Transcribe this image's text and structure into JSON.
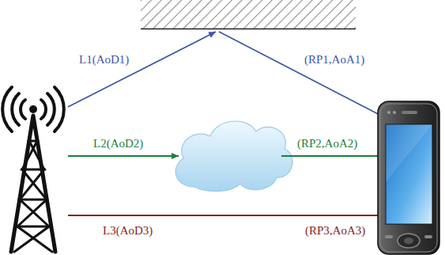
{
  "diagram": {
    "labels": [
      "L1(AoD1)",
      "(RP1,AoA1)",
      "L2(AoD2)",
      "(RP2,AoA2)",
      "L3(AoD3)",
      "(RP3,AoA3)"
    ]
  }
}
